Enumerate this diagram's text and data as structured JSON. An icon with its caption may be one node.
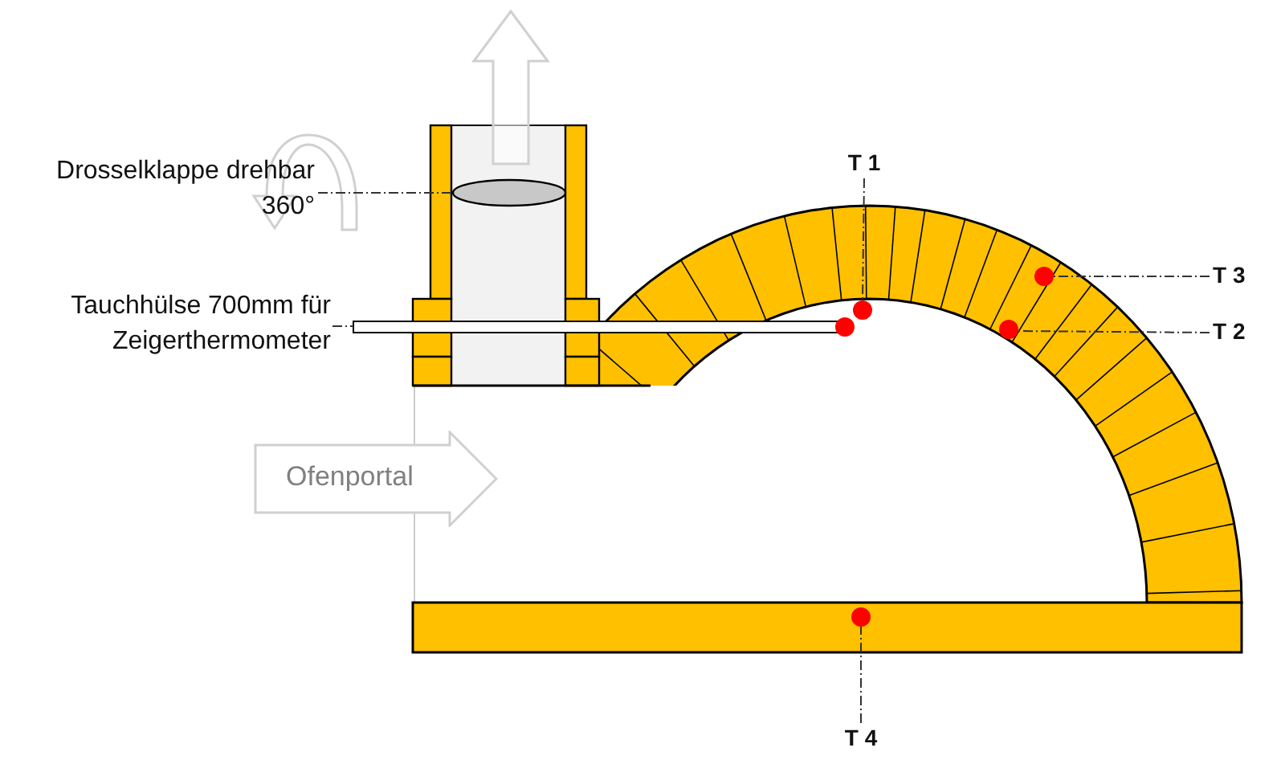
{
  "diagram": {
    "nodes": [
      {
        "text": [
          "Drosselklappe drehbar 360°"
        ]
      },
      {
        "text": [],
        "shape": "ellipse"
      },
      {
        "text": [
          "Tauchhülse 700mm für Zeigerthermometer"
        ]
      },
      {
        "text": [],
        "shape": "bar"
      },
      {
        "text": [
          "T 1"
        ]
      },
      {
        "text": [],
        "shape": "circle"
      },
      {
        "text": [
          "T 3"
        ]
      },
      {
        "text": [],
        "shape": "circle"
      },
      {
        "text": [
          "T 2"
        ]
      },
      {
        "text": [],
        "shape": "circle"
      },
      {
        "text": [
          "Ofenportal"
        ]
      },
      {
        "text": [
          "T 4"
        ]
      },
      {
        "text": [],
        "shape": "circle"
      }
    ],
    "edges": [
      {
        "from": 0,
        "to": 1,
        "arrow": "none",
        "style": "dashed"
      },
      {
        "from": 2,
        "to": 3,
        "arrow": "none",
        "style": "dashed"
      },
      {
        "from": 4,
        "to": 5,
        "arrow": "none",
        "style": "dashed"
      },
      {
        "from": 6,
        "to": 7,
        "arrow": "none",
        "style": "dashed"
      },
      {
        "from": 8,
        "to": 9,
        "arrow": "none",
        "style": "dashed"
      },
      {
        "from": 11,
        "to": 12,
        "arrow": "none",
        "style": "dashed"
      }
    ]
  }
}
